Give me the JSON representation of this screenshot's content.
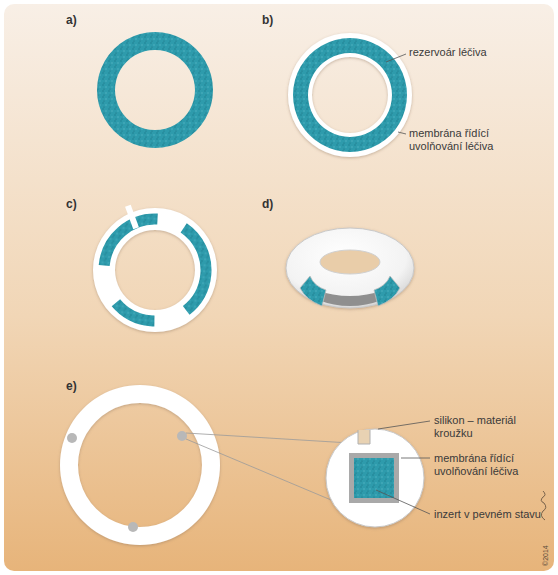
{
  "diagram": {
    "labels": [
      "a)",
      "b)",
      "rezervoár léčiva",
      "membrána řídící uvolňování léčiva",
      "c)",
      "d)",
      "e)",
      "silikon – materiál kroužku",
      "membrána řídící uvolňování léčiva",
      "inzert v pevném stavu",
      "©2014"
    ]
  }
}
